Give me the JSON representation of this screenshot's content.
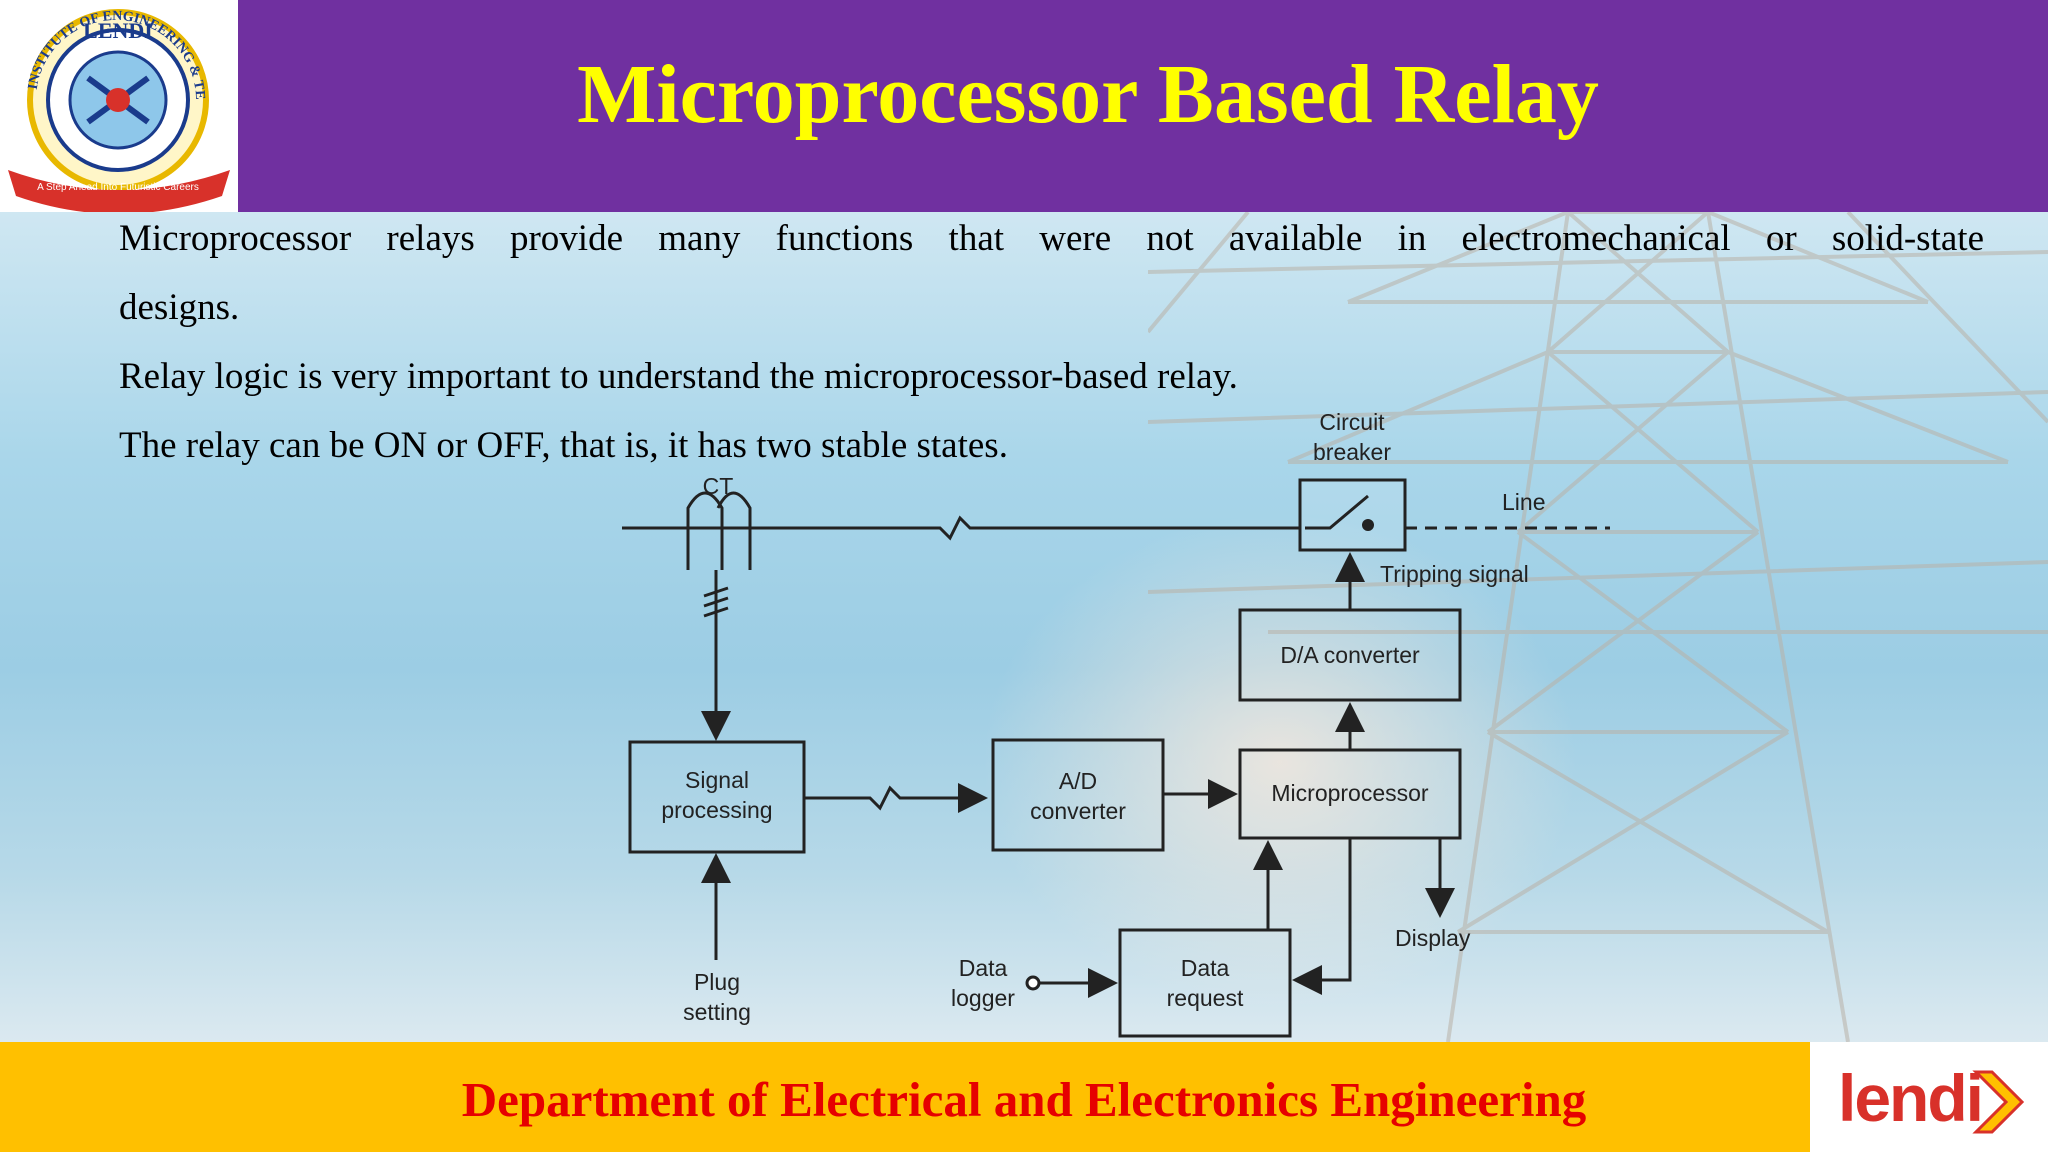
{
  "slide": {
    "title": "Microprocessor Based Relay",
    "paragraphs": [
      "Microprocessor relays provide many functions that were not available in electromechanical or solid-state",
      "designs.",
      "Relay logic is very important to understand the microprocessor-based relay.",
      "The relay can be ON or OFF, that is, it has two stable states."
    ],
    "footer": "Department  of Electrical and Electronics Engineering",
    "footer_logo": "lendi",
    "logo": {
      "name": "LENDI",
      "ring_text": "INSTITUTE OF ENGINEERING & TECHNOLOGY",
      "tagline": "A Step Ahead Into Futuristic Careers"
    }
  },
  "diagram": {
    "ct": "CT",
    "circuit_breaker_1": "Circuit",
    "circuit_breaker_2": "breaker",
    "line": "Line",
    "tripping_signal": "Tripping signal",
    "da_converter": "D/A converter",
    "signal_processing_1": "Signal",
    "signal_processing_2": "processing",
    "ad_converter_1": "A/D",
    "ad_converter_2": "converter",
    "microprocessor": "Microprocessor",
    "display": "Display",
    "plug_setting_1": "Plug",
    "plug_setting_2": "setting",
    "data_logger_1": "Data",
    "data_logger_2": "logger",
    "data_request_1": "Data",
    "data_request_2": "request"
  },
  "colors": {
    "header": "#7030a0",
    "title": "#ffff00",
    "footer": "#ffc000",
    "footer_text": "#e60000",
    "logo_red": "#d8312a"
  }
}
